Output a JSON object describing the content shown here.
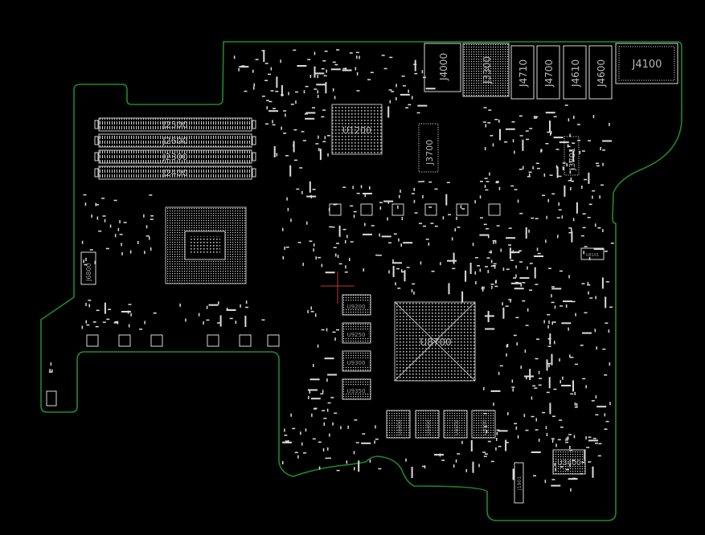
{
  "colors": {
    "background": "#000000",
    "outline": "#1e8a2a",
    "silkscreen": "#d9d9d9",
    "label": "#b8b8b8",
    "cursor": "#c0392b"
  },
  "connectors": {
    "dimm": [
      "J2500",
      "J2600",
      "J2300",
      "J2400"
    ],
    "rear": [
      "J4000",
      "J3300",
      "J4710",
      "J4700",
      "J4610",
      "J4600",
      "J4100"
    ],
    "j3700": "J3700",
    "j3701": "J3701",
    "j6800": "J6800",
    "j1901": "J1901"
  },
  "chips": {
    "u1200": "U1200",
    "u8700": "U8700",
    "u3400": "U3400",
    "u1501": "U8101"
  },
  "memory_left": [
    "U9200",
    "U9250",
    "U9300",
    "U9350"
  ],
  "memory_bottom": [
    "U8400",
    "U8450",
    "U8500",
    "U8550"
  ]
}
